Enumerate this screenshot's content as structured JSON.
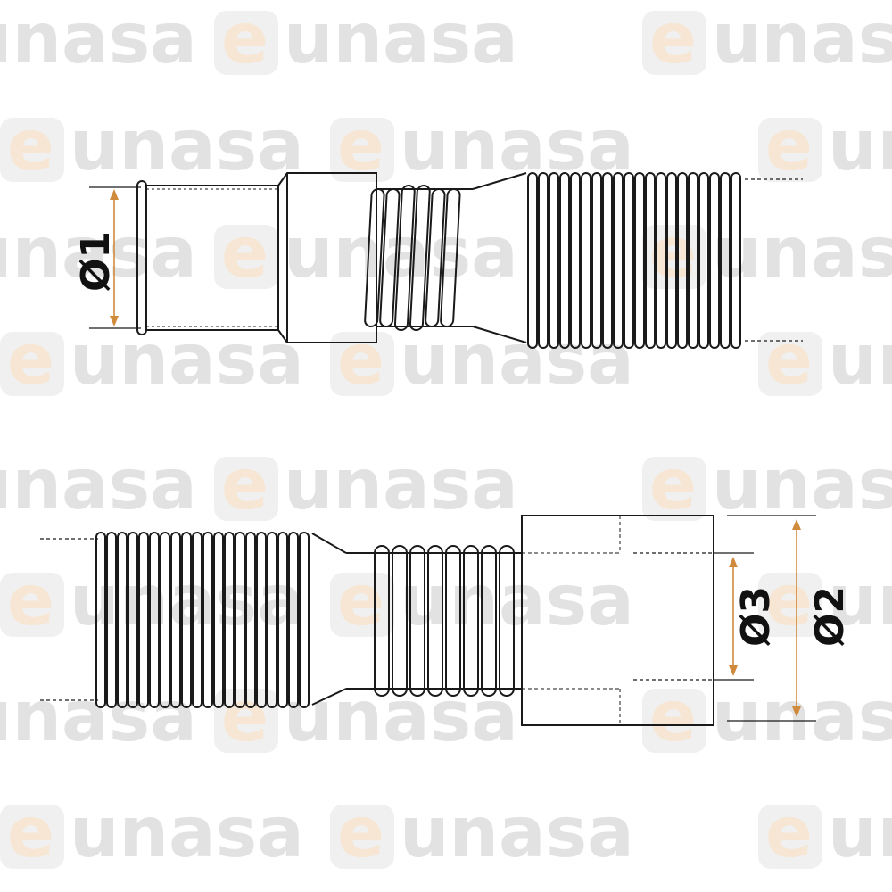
{
  "dimensions": {
    "d1": "Ø1",
    "d2": "Ø2",
    "d3": "Ø3"
  },
  "watermark": {
    "text_e": "e",
    "text_rest": "unasa"
  },
  "colors": {
    "line": "#1a1a1a",
    "arrow": "#d08a3c",
    "watermark_text": "#cccccc",
    "watermark_logo": "#f0d3b0"
  }
}
